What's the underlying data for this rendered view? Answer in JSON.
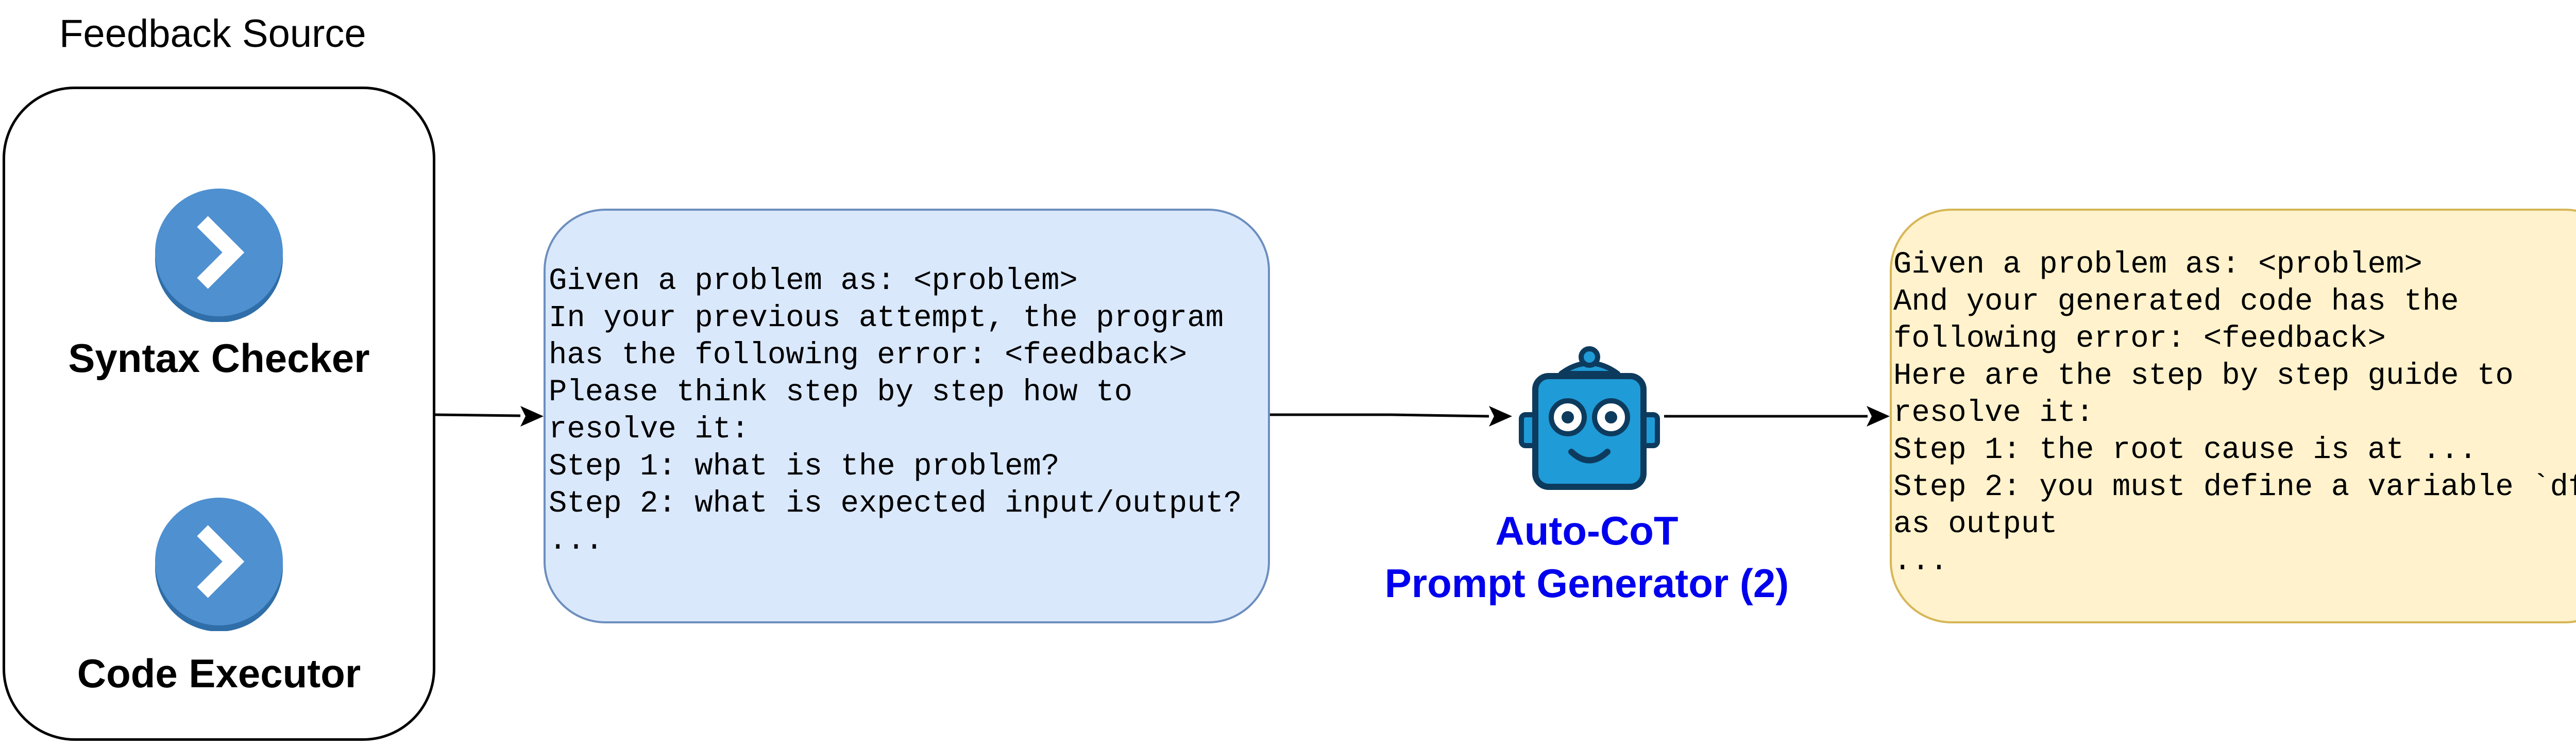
{
  "feedback_source": {
    "title": "Feedback Source",
    "items": [
      {
        "label": "Syntax Checker",
        "icon": "chevron-right-circle-icon"
      },
      {
        "label": "Code Executor",
        "icon": "chevron-right-circle-icon"
      }
    ]
  },
  "prompt_template": {
    "text": "Given a problem as: <problem>\nIn your previous attempt, the program\nhas the following error: <feedback>\nPlease think step by step how to\nresolve it:\nStep 1: what is the problem?\nStep 2: what is expected input/output?\n..."
  },
  "generator": {
    "icon": "robot-icon",
    "label_line1": "Auto-CoT",
    "label_line2": "Prompt Generator (2)"
  },
  "output_prompt": {
    "text": "Given a problem as: <problem>\nAnd your generated code has the\nfollowing error: <feedback>\nHere are the step by step guide to\nresolve it:\nStep 1: the root cause is at ...\nStep 2: you must define a variable `df`\nas output\n..."
  },
  "colors": {
    "prompt_fill": "#dae8fc",
    "prompt_border": "#6c8ebf",
    "output_fill": "#fff2cc",
    "output_border": "#d6b656",
    "icon_blue": "#4f90d0",
    "generator_label": "#0000ee",
    "robot_body": "#1f9bd7",
    "robot_outline": "#0d3b5e"
  }
}
